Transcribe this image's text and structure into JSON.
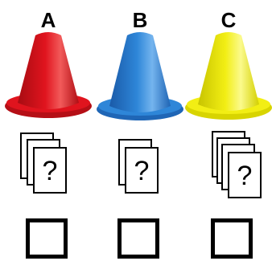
{
  "cones": [
    {
      "label": "A",
      "color": "#e0141e",
      "color_dark": "#a80c12",
      "color_light": "#f25a5a",
      "card_count": 3,
      "card_symbol": "?"
    },
    {
      "label": "B",
      "color": "#2e86d8",
      "color_dark": "#1a5aa8",
      "color_light": "#74b4ee",
      "card_count": 2,
      "card_symbol": "?"
    },
    {
      "label": "C",
      "color": "#f2ee14",
      "color_dark": "#c8c400",
      "color_light": "#fbfa8c",
      "card_count": 4,
      "card_symbol": "?"
    }
  ]
}
